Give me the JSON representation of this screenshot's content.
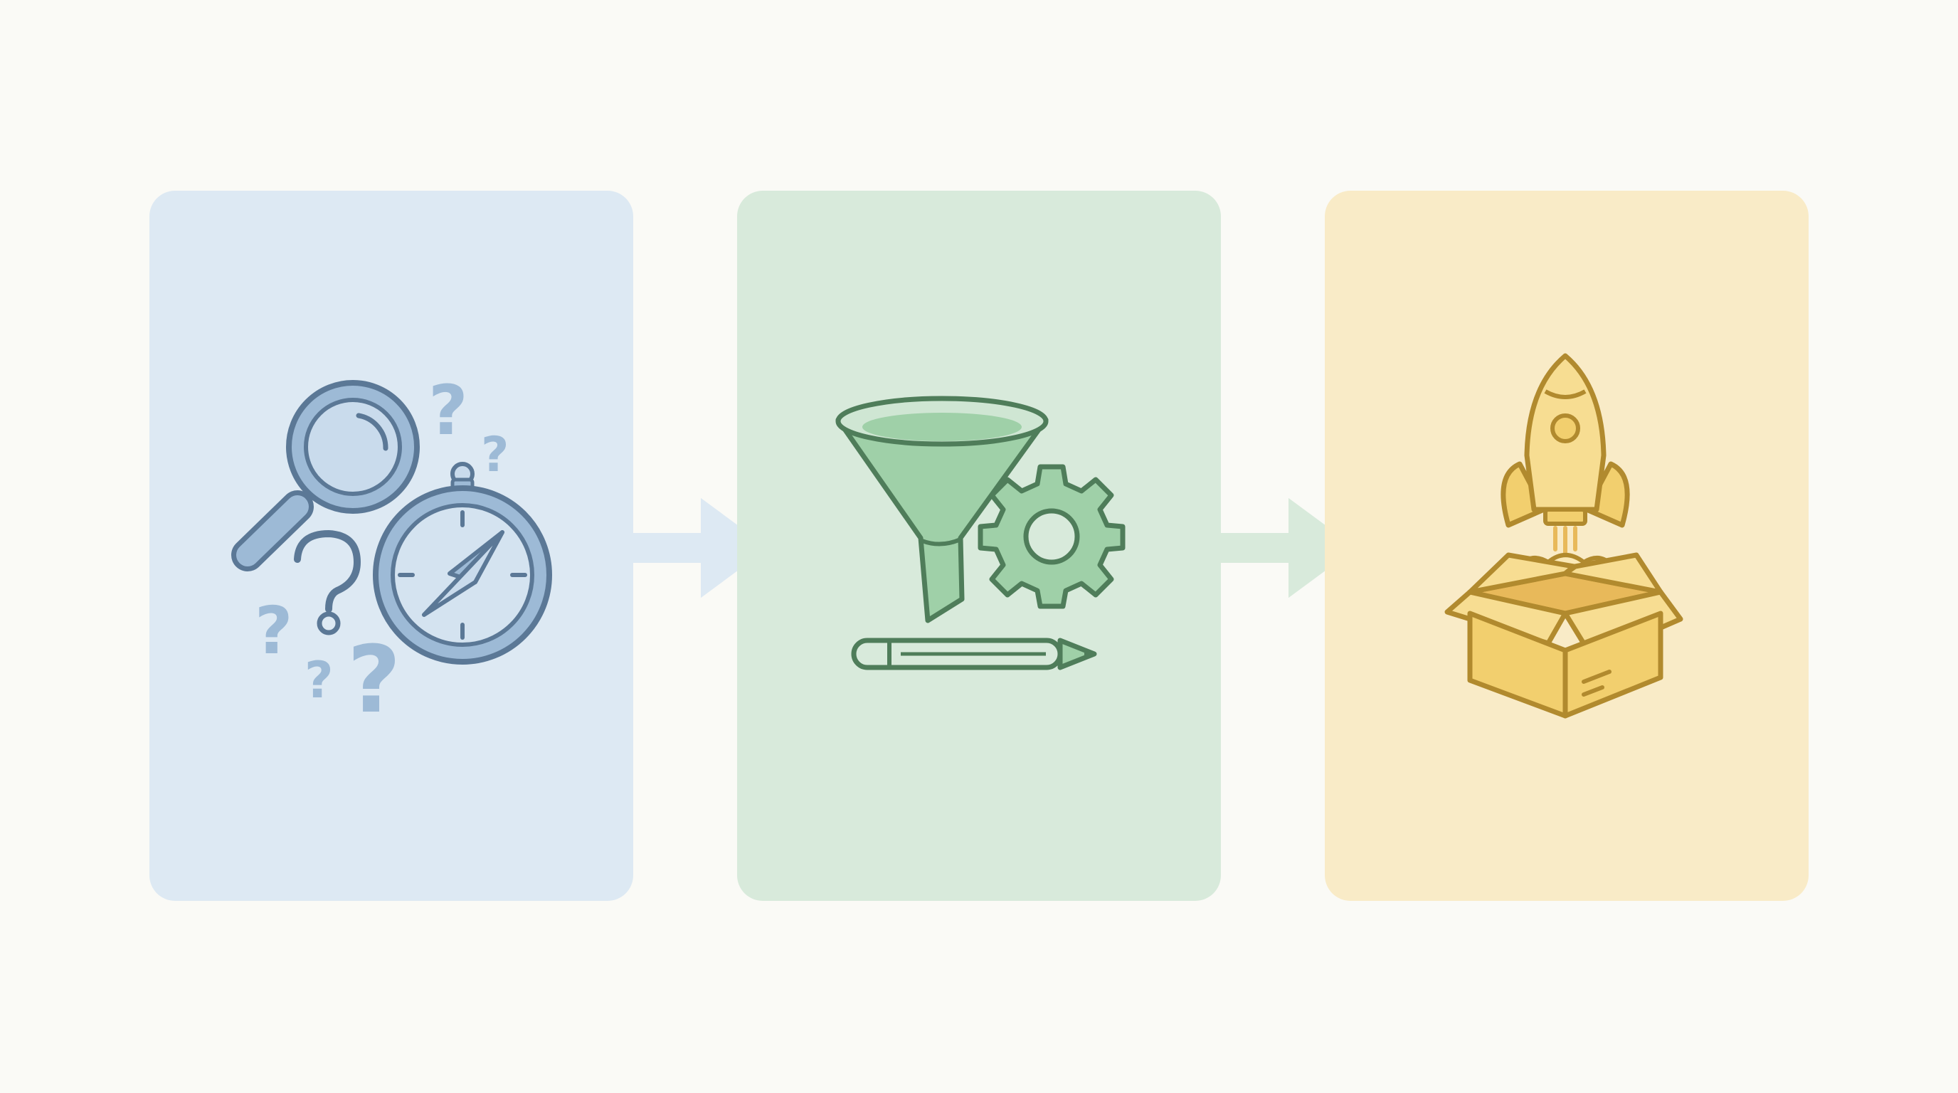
{
  "colors": {
    "background": "#fafaf6",
    "panel_blue": "#dde9f3",
    "panel_green": "#d8eadb",
    "panel_yellow": "#f9ebc7",
    "icon_blue_stroke": "#5b7896",
    "icon_blue_fill": "#9dbad6",
    "icon_blue_light": "#c9dbec",
    "icon_green_stroke": "#4f7d5a",
    "icon_green_fill": "#9fd0a8",
    "icon_yellow_stroke": "#b18a2e",
    "icon_yellow_fill": "#f2cf6e",
    "arrow_blue": "#dde9f3",
    "arrow_green": "#d8eadb"
  },
  "stages": [
    {
      "id": "discover",
      "icons": [
        "magnifier-icon",
        "compass-icon",
        "question-mark-icon"
      ]
    },
    {
      "id": "refine",
      "icons": [
        "funnel-icon",
        "gear-icon",
        "pencil-icon"
      ]
    },
    {
      "id": "launch",
      "icons": [
        "rocket-icon",
        "box-icon"
      ]
    }
  ],
  "connectors": [
    "arrow-right-icon",
    "arrow-right-icon"
  ]
}
